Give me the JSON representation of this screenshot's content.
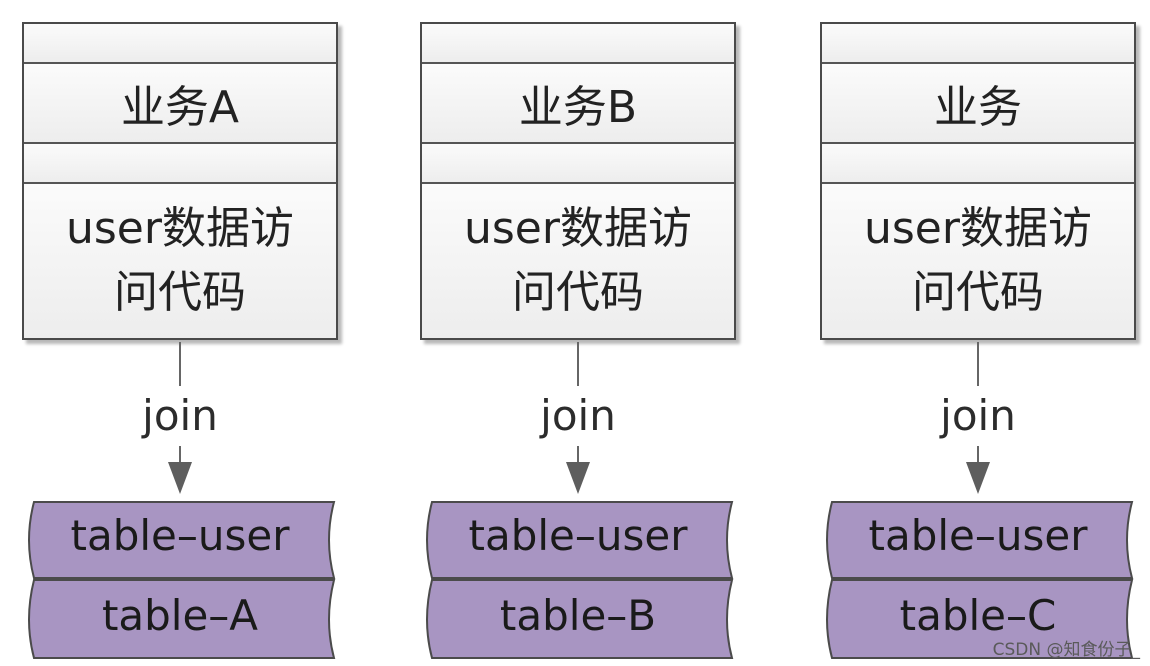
{
  "columns": [
    {
      "business": "业务A",
      "code_line1": "user数据访",
      "code_line2": "问代码",
      "join": "join",
      "table_top": "table–user",
      "table_bottom": "table–A"
    },
    {
      "business": "业务B",
      "code_line1": "user数据访",
      "code_line2": "问代码",
      "join": "join",
      "table_top": "table–user",
      "table_bottom": "table–B"
    },
    {
      "business": "业务",
      "code_line1": "user数据访",
      "code_line2": "问代码",
      "join": "join",
      "table_top": "table–user",
      "table_bottom": "table–C"
    }
  ],
  "watermark": "CSDN @知食份子_",
  "colors": {
    "table_fill": "#a895c2",
    "table_stroke": "#4b4b4b",
    "box_border": "#4a4a4a",
    "arrow": "#5e5e5e"
  }
}
